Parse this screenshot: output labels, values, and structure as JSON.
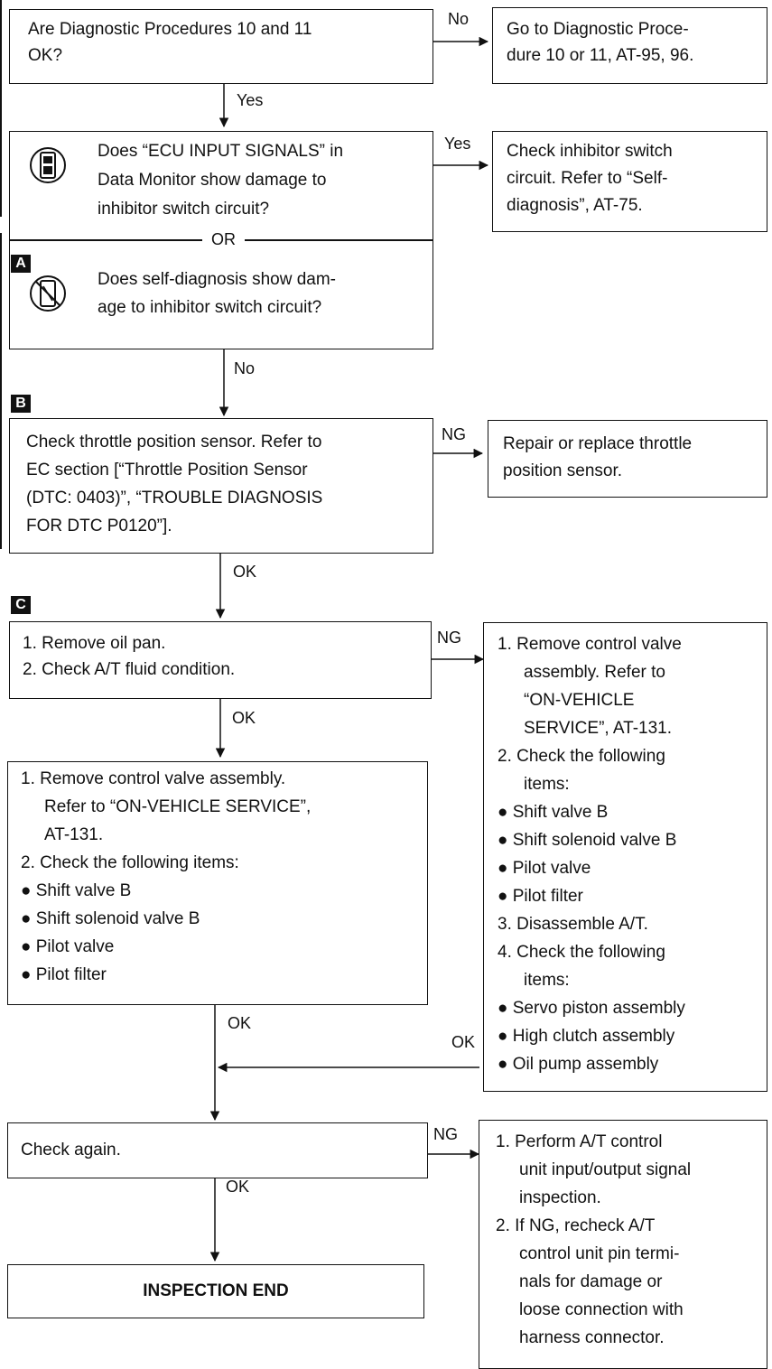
{
  "q1": {
    "line1": "Are Diagnostic Procedures 10 and 11",
    "line2": "OK?"
  },
  "q1_no_box": {
    "line1": "Go to Diagnostic Proce-",
    "line2": "dure 10 or 11, AT-95, 96."
  },
  "q2": {
    "line1": "Does “ECU INPUT SIGNALS” in",
    "line2": "Data Monitor show damage to",
    "line3": "inhibitor switch circuit?",
    "or": "OR",
    "alt1": "Does self-diagnosis show dam-",
    "alt2": "age to inhibitor switch circuit?"
  },
  "q2_yes_box": {
    "line1": "Check inhibitor switch",
    "line2": "circuit. Refer to “Self-",
    "line3": "diagnosis”, AT-75."
  },
  "q3": {
    "line1": "Check throttle position sensor. Refer to",
    "line2": "EC section [“Throttle Position Sensor",
    "line3": "(DTC: 0403)”, “TROUBLE DIAGNOSIS",
    "line4": "FOR DTC P0120”]."
  },
  "q3_ng_box": {
    "line1": "Repair or replace throttle",
    "line2": "position sensor."
  },
  "q4": {
    "line1": "1. Remove oil pan.",
    "line2": "2. Check A/T fluid condition."
  },
  "q4_ng_box": {
    "l1": "1. Remove control valve",
    "l2": "assembly. Refer to",
    "l3": "“ON-VEHICLE",
    "l4": "SERVICE”, AT-131.",
    "l5": "2. Check the following",
    "l6": "items:",
    "l7": "● Shift valve B",
    "l8": "● Shift solenoid valve B",
    "l9": "● Pilot valve",
    "l10": "● Pilot filter",
    "l11": "3. Disassemble A/T.",
    "l12": "4. Check the following",
    "l13": "items:",
    "l14": "● Servo piston assembly",
    "l15": "● High clutch assembly",
    "l16": "● Oil pump assembly"
  },
  "q5": {
    "l1": "1. Remove control valve assembly.",
    "l2": "Refer to “ON-VEHICLE SERVICE”,",
    "l3": "AT-131.",
    "l4": "2. Check the following items:",
    "l5": "● Shift valve B",
    "l6": "● Shift solenoid valve B",
    "l7": "● Pilot valve",
    "l8": "● Pilot filter"
  },
  "q6": {
    "line1": "Check again."
  },
  "q6_ng_box": {
    "l1": "1. Perform A/T control",
    "l2": "unit input/output signal",
    "l3": "inspection.",
    "l4": "2. If NG, recheck A/T",
    "l5": "control unit pin termi-",
    "l6": "nals for damage or",
    "l7": "loose connection with",
    "l8": "harness connector."
  },
  "end": {
    "label": "INSPECTION END"
  },
  "labels": {
    "no1": "No",
    "yes1": "Yes",
    "yes2": "Yes",
    "no2": "No",
    "ng1": "NG",
    "ok1": "OK",
    "ng2": "NG",
    "ok2": "OK",
    "ok3": "OK",
    "ok4": "OK",
    "ng3": "NG",
    "ok5": "OK"
  },
  "badges": {
    "a": "A",
    "b": "B",
    "c": "C"
  }
}
